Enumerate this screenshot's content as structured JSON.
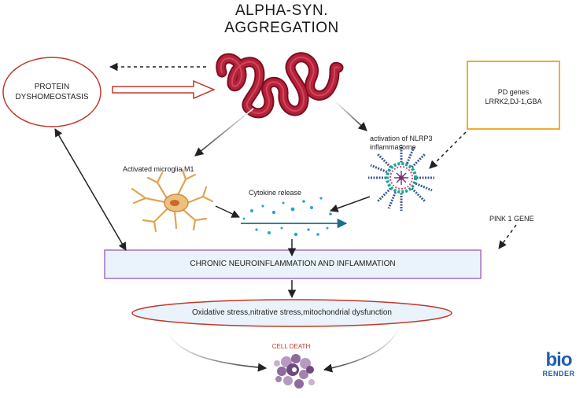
{
  "title": {
    "line1": "ALPHA-SYN.",
    "line2": "AGGREGATION"
  },
  "nodes": {
    "protein_dyshomeostasis": {
      "line1": "PROTEIN",
      "line2": "DYSHOMEOSTASIS"
    },
    "pd_genes": {
      "line1": "PD genes",
      "line2": "LRRK2,DJ-1,GBA"
    },
    "nlrp3": {
      "line1": "activation of NLRP3",
      "line2": "inflammasome"
    },
    "microglia": "Activated microglia M1",
    "cytokine": "Cytokine release",
    "pink1": "PINK 1 GENE",
    "chronic_inflammation": "CHRONIC NEUROINFLAMMATION AND INFLAMMATION",
    "oxidative_stress": "Oxidative stress,nitrative stress,mitochondrial dysfunction",
    "cell_death": "CELL DEATH"
  },
  "logo": {
    "top": "bio",
    "bottom": "RENDER"
  },
  "colors": {
    "protein_ellipse_border": "#c0392b",
    "pd_genes_border": "#f0ad30",
    "chronic_box_border": "#a46fc2",
    "chronic_box_fill": "#eaf2fb",
    "oxidative_border": "#c0392b",
    "oxidative_fill": "#eaf2fb",
    "aggregate": "#b5223b",
    "cell_death_text": "#c0392b",
    "microglia": "#e0a550",
    "logo": "#1f5fae"
  }
}
